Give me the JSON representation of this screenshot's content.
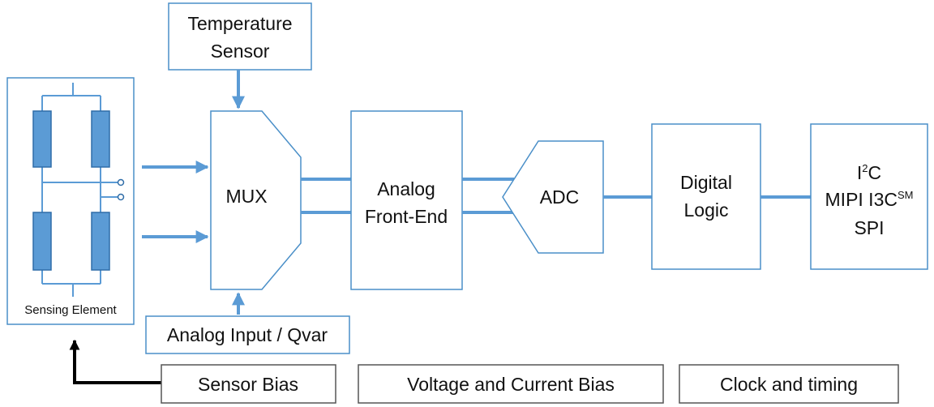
{
  "colors": {
    "block_outline": "#4a8fc8",
    "signal_line": "#5b9bd5",
    "resistor_fill": "#5b9bd5",
    "resistor_outline": "#2f6da8",
    "bias_box_outline": "#555555",
    "bias_arrow": "#000000",
    "text": "#111111"
  },
  "blocks": {
    "temperature_sensor": [
      "Temperature",
      "Sensor"
    ],
    "sensing_element": "Sensing Element",
    "mux": "MUX",
    "analog_input": "Analog Input / Qvar",
    "afe": [
      "Analog",
      "Front-End"
    ],
    "adc": "ADC",
    "digital_logic": [
      "Digital",
      "Logic"
    ],
    "interface": {
      "i2c_prefix": "I",
      "i2c_sup": "2",
      "i2c_suffix": "C",
      "i3c": "MIPI I3C",
      "i3c_sup": "SM",
      "spi": "SPI"
    }
  },
  "bias_boxes": [
    "Sensor Bias",
    "Voltage and Current Bias",
    "Clock and timing"
  ]
}
